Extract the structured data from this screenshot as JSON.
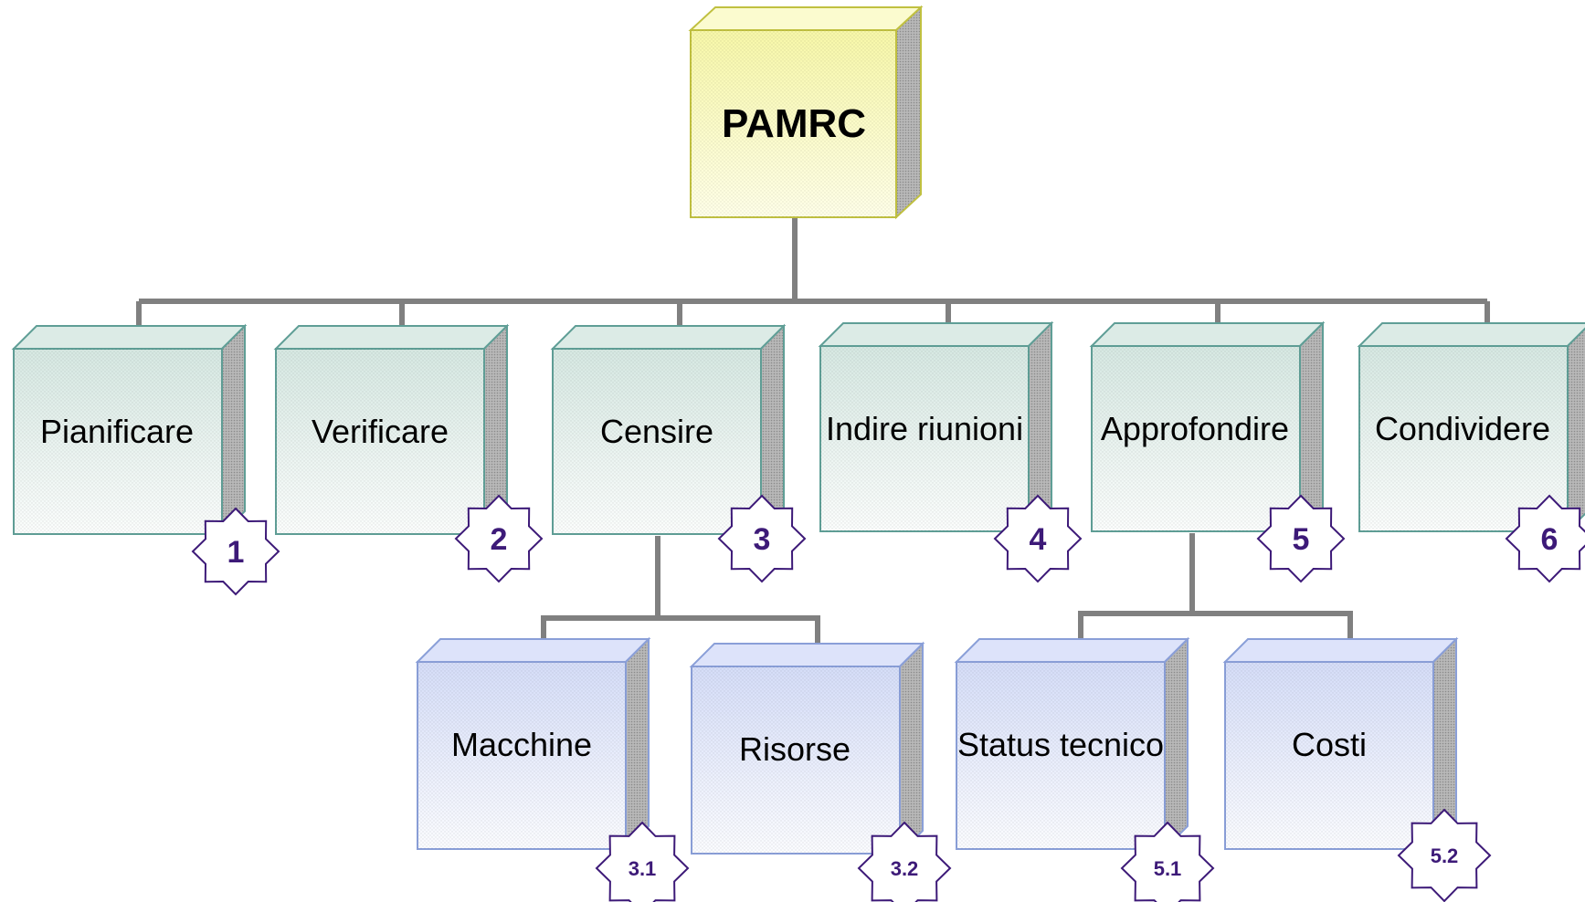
{
  "colors": {
    "connector": "#808080",
    "badge_stroke": "#3d1a78",
    "badge_text": "#3d1a78",
    "root_fill": "#ffffc0",
    "root_stroke": "#c0c040",
    "level1_fill": "#e6f1ee",
    "level1_stroke": "#5f9e96",
    "level2_fill": "#e3e8fb",
    "level2_stroke": "#8a9fd8"
  },
  "diagram": {
    "root": {
      "label": "PAMRC"
    },
    "nodes": [
      {
        "id": "pianificare",
        "label": "Pianificare",
        "badge": "1"
      },
      {
        "id": "verificare",
        "label": "Verificare",
        "badge": "2"
      },
      {
        "id": "censire",
        "label": "Censire",
        "badge": "3"
      },
      {
        "id": "indire-riunioni",
        "label": "Indire riunioni",
        "badge": "4"
      },
      {
        "id": "approfondire",
        "label": "Approfondire",
        "badge": "5"
      },
      {
        "id": "condividere",
        "label": "Condividere",
        "badge": "6"
      },
      {
        "id": "macchine",
        "label": "Macchine",
        "badge": "3.1",
        "parent": "censire"
      },
      {
        "id": "risorse",
        "label": "Risorse",
        "badge": "3.2",
        "parent": "censire"
      },
      {
        "id": "status-tecnico",
        "label": "Status tecnico",
        "badge": "5.1",
        "parent": "approfondire"
      },
      {
        "id": "costi",
        "label": "Costi",
        "badge": "5.2",
        "parent": "approfondire"
      }
    ]
  }
}
